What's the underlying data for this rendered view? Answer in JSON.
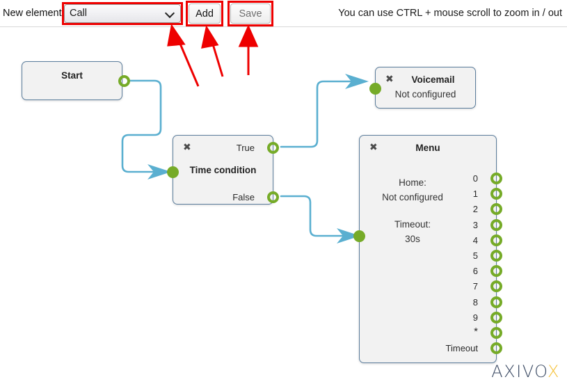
{
  "toolbar": {
    "new_element_label": "New element",
    "element_select": {
      "value": "Call",
      "options": [
        "Call"
      ]
    },
    "add_label": "Add",
    "save_label": "Save",
    "hint": "You can use CTRL + mouse scroll to zoom in / out",
    "chevron_icon": "chevron-down-icon"
  },
  "annotations": {
    "highlight_color": "#ee0000",
    "arrow_count": 3,
    "targets": [
      "element-select",
      "add-button",
      "save-button"
    ]
  },
  "colors": {
    "port_green": "#76ab28",
    "wire_blue": "#5aafd0",
    "node_border": "#5b7d9c",
    "node_fill": "#f2f2f2",
    "logo_dark": "#3b4a63",
    "logo_accent": "#f5c23a"
  },
  "canvas": {
    "nodes": [
      {
        "id": "start",
        "title": "Start",
        "subtitle": "",
        "closable": false,
        "inputs": [],
        "outputs": [
          {
            "label": "",
            "type": "ring"
          }
        ]
      },
      {
        "id": "time-condition",
        "title": "Time condition",
        "subtitle": "",
        "closable": true,
        "close_icon": "close-icon",
        "inputs": [
          {
            "label": "",
            "type": "dot"
          }
        ],
        "outputs": [
          {
            "label": "True",
            "type": "ring"
          },
          {
            "label": "False",
            "type": "ring"
          }
        ]
      },
      {
        "id": "voicemail",
        "title": "Voicemail",
        "subtitle": "Not configured",
        "closable": true,
        "close_icon": "close-icon",
        "inputs": [
          {
            "label": "",
            "type": "dot"
          }
        ],
        "outputs": []
      },
      {
        "id": "menu",
        "title": "Menu",
        "line1": "Home:",
        "line2": "Not configured",
        "line3": "Timeout:",
        "line4": "30s",
        "closable": true,
        "close_icon": "close-icon",
        "inputs": [
          {
            "label": "",
            "type": "dot"
          }
        ],
        "outputs": [
          {
            "label": "0",
            "type": "ring"
          },
          {
            "label": "1",
            "type": "ring"
          },
          {
            "label": "2",
            "type": "ring"
          },
          {
            "label": "3",
            "type": "ring"
          },
          {
            "label": "4",
            "type": "ring"
          },
          {
            "label": "5",
            "type": "ring"
          },
          {
            "label": "6",
            "type": "ring"
          },
          {
            "label": "7",
            "type": "ring"
          },
          {
            "label": "8",
            "type": "ring"
          },
          {
            "label": "9",
            "type": "ring"
          },
          {
            "label": "*",
            "type": "ring"
          },
          {
            "label": "Timeout",
            "type": "ring"
          }
        ]
      }
    ],
    "connections": [
      {
        "from": "start.out",
        "to": "time-condition.in"
      },
      {
        "from": "time-condition.True",
        "to": "voicemail.in"
      },
      {
        "from": "time-condition.False",
        "to": "menu.in"
      }
    ]
  },
  "logo": {
    "text_main": "AXIVO",
    "text_accent": "X"
  }
}
